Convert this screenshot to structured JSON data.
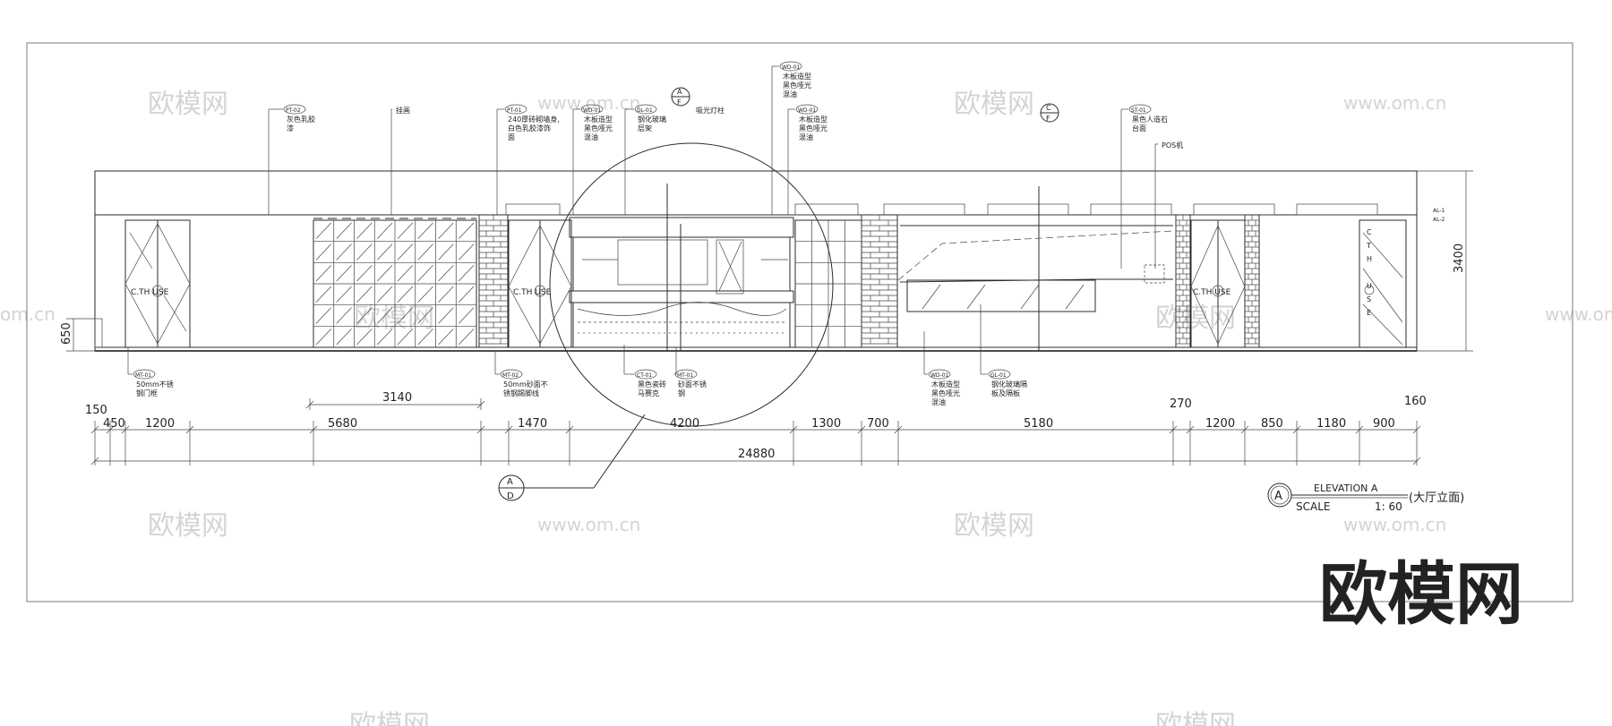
{
  "watermarks": {
    "cn": "欧模网",
    "url": "www.om.cn",
    "url_edge": "om.cn",
    "url_edge_right": "www.om.c",
    "brand": "欧模网"
  },
  "door_signs": {
    "main": "C.TH  USE",
    "vertical": [
      "C",
      "T",
      "H",
      "",
      "U",
      "S",
      "E"
    ]
  },
  "leaders": [
    {
      "tag": "PT-02",
      "lines": [
        "灰色乳胶",
        "漆"
      ]
    },
    {
      "tag": "",
      "lines": [
        "挂画"
      ]
    },
    {
      "tag": "PT-01",
      "lines": [
        "240厚砖砌墙身,",
        "白色乳胶漆饰",
        "面"
      ]
    },
    {
      "tag": "WD-01",
      "lines": [
        "木板造型",
        "黑色哑光",
        "混油"
      ]
    },
    {
      "tag": "GL-01",
      "lines": [
        "钢化玻璃",
        "层架"
      ]
    },
    {
      "tag": "",
      "lines": [
        "吸光灯柱"
      ]
    },
    {
      "tag": "WD-01",
      "lines": [
        "木板造型",
        "黑色哑光",
        "混油"
      ]
    },
    {
      "tag": "WD-01",
      "lines": [
        "木板造型",
        "黑色哑光",
        "混油"
      ]
    },
    {
      "tag": "ST-01",
      "lines": [
        "黑色人造石",
        "台面"
      ]
    },
    {
      "tag": "",
      "lines": [
        "POS机"
      ]
    },
    {
      "tag": "MT-01",
      "lines": [
        "50mm不锈",
        "钢门框"
      ]
    },
    {
      "tag": "MT-02",
      "lines": [
        "50mm砂面不",
        "锈钢踢脚线"
      ]
    },
    {
      "tag": "CT-01",
      "lines": [
        "黑色瓷砖",
        "马赛克"
      ]
    },
    {
      "tag": "MT-01",
      "lines": [
        "砂面不锈",
        "钢"
      ]
    },
    {
      "tag": "WD-01",
      "lines": [
        "木板造型",
        "黑色哑光",
        "混油"
      ]
    },
    {
      "tag": "GL-01",
      "lines": [
        "钢化玻璃隔",
        "板及隔板"
      ]
    }
  ],
  "section_marks": {
    "top1": {
      "top": "A",
      "bottom": "F"
    },
    "top2": {
      "top": "C",
      "bottom": "F"
    },
    "callout": {
      "top": "A",
      "bottom": "D"
    }
  },
  "dimensions": {
    "top_row": [
      "150",
      "3140",
      "270",
      "160"
    ],
    "bottom_row": [
      "450",
      "1200",
      "5680",
      "1470",
      "4200",
      "1300",
      "700",
      "5180",
      "1200",
      "850",
      "1180",
      "900"
    ],
    "overall": "24880",
    "height": "3400",
    "dado": "650",
    "side_small": [
      "AL-1",
      "AL-2"
    ]
  },
  "title_block": {
    "bubble": "A",
    "title": "ELEVATION A",
    "scale_label": "SCALE",
    "scale_value": "1: 60",
    "subtitle": "(大厅立面)"
  },
  "brand_big": "欧模网"
}
